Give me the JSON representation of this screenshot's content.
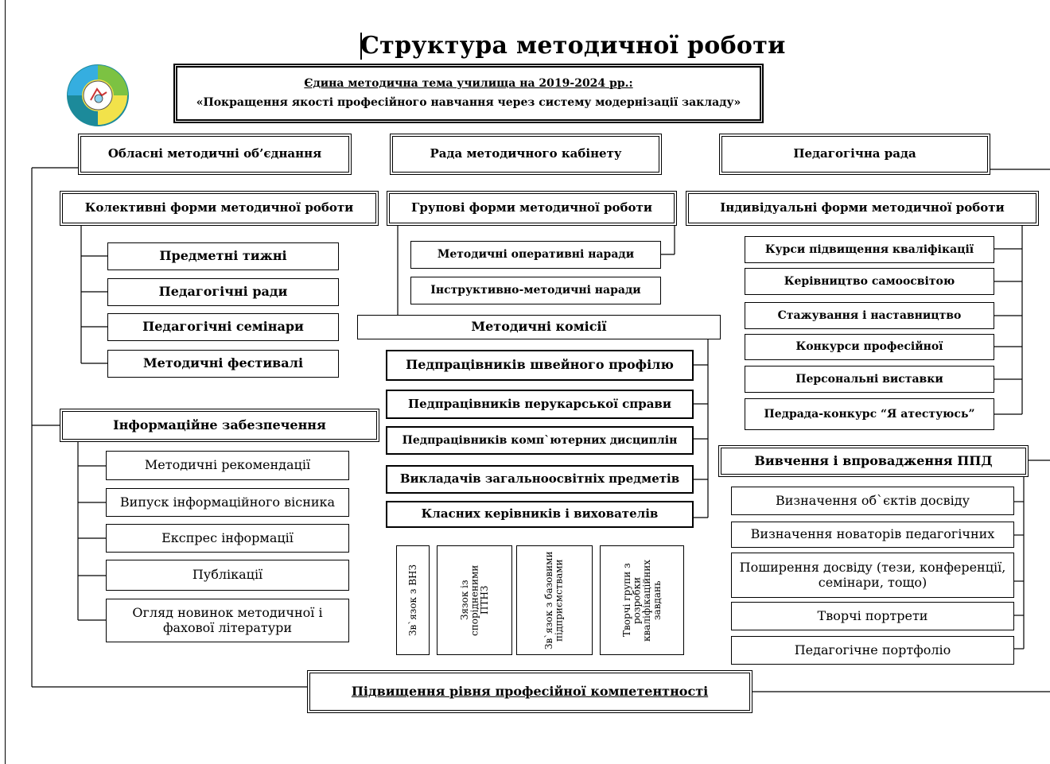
{
  "title": "Структура методичної роботи",
  "theme": {
    "line1": "Єдина методична тема училища на 2019-2024 рр.:",
    "line2": "«Покращення якості професійного навчання через систему модернізації закладу»"
  },
  "top_boxes": [
    "Обласні методичні об’єднання",
    "Рада методичного кабінету",
    "Педагогічна рада"
  ],
  "forms": {
    "collective": "Колективні форми методичної роботи",
    "group": "Групові форми методичної роботи",
    "individual": "Індивідуальні форми методичної роботи"
  },
  "collective_items": [
    "Предметні тижні",
    "Педагогічні ради",
    "Педагогічні семінари",
    "Методичні фестивалі"
  ],
  "group_items": [
    "Методичні оперативні наради",
    "Інструктивно-методичні наради"
  ],
  "methodical_commissions": "Методичні комісії",
  "commissions": [
    "Педпрацівників швейного профілю",
    "Педпрацівників перукарської справи",
    "Педпрацівників комп`ютерних дисциплін",
    "Викладачів загальноосвітніх предметів",
    "Класних керівників і вихователів"
  ],
  "vertical_items": [
    "Зв`язок з ВНЗ",
    "Зязок із спорідненими ПТНЗ",
    "Зв`язок з базовими підприємствами",
    "Творчі групи з розробки кваліфікаційних завдань"
  ],
  "individual_items": [
    "Курси підвищення кваліфікації",
    "Керівництво самоосвітою",
    "Стажування і наставництво",
    "Конкурси професійної",
    "Персональні виставки",
    "Педрада-конкурс “Я атестуюсь”"
  ],
  "info_support": "Інформаційне забезпечення",
  "info_items": [
    "Методичні рекомендації",
    "Випуск інформаційного вісника",
    "Експрес інформації",
    "Публікації",
    "Огляд новинок методичної і фахової літератури"
  ],
  "ppd": "Вивчення і впровадження ППД",
  "ppd_items": [
    "Визначення об`єктів досвіду",
    "Визначення новаторів педагогічних",
    "Поширення досвіду (тези, конференції, семінари, тощо)",
    "Творчі портрети",
    "Педагогічне портфоліо"
  ],
  "bottom": "Підвищення рівня професійної компетентності",
  "logo_colors": {
    "blue": "#35aee0",
    "yellow": "#f2e24a",
    "green": "#7cc242",
    "teal": "#1c8a9a"
  }
}
